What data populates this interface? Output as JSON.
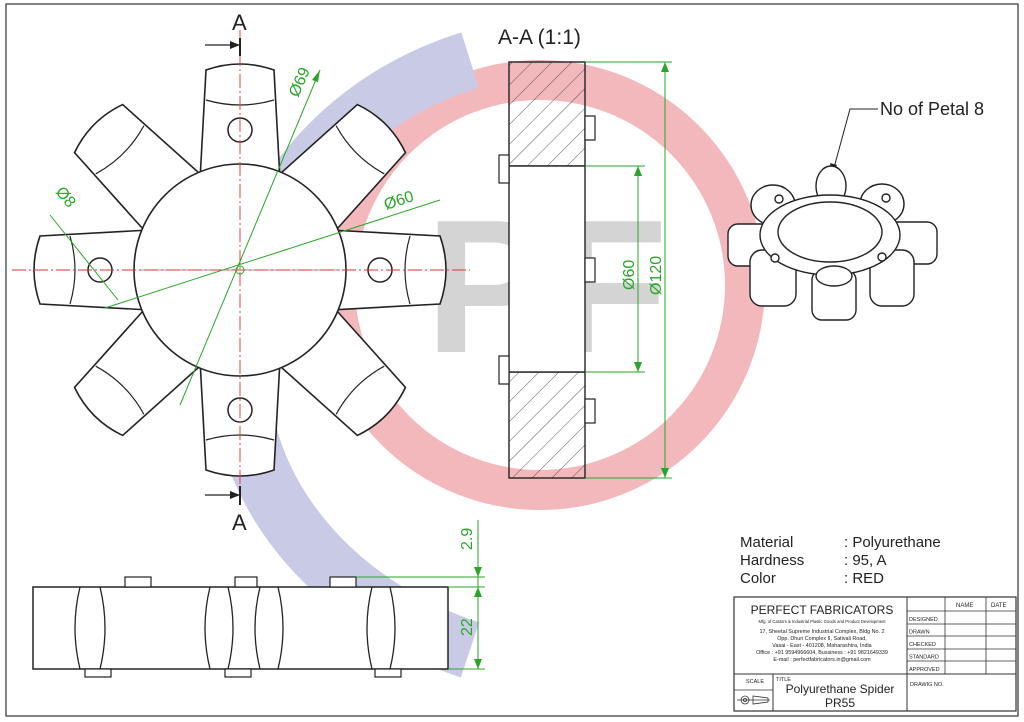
{
  "section_top_label": "A",
  "section_bottom_label": "A",
  "section_view_title": "A-A (1:1)",
  "petal_note": "No of Petal 8",
  "dimensions": {
    "d69": "Ø69",
    "d8": "Ø8",
    "d60_front": "Ø60",
    "d60_section": "Ø60",
    "d120": "Ø120",
    "h29": "2.9",
    "h22": "22"
  },
  "watermark": "PF",
  "specs": [
    {
      "label": "Material",
      "value": ": Polyurethane"
    },
    {
      "label": "Hardness",
      "value": ": 95, A"
    },
    {
      "label": "Color",
      "value": ": RED"
    }
  ],
  "title_block": {
    "company": "PERFECT FABRICATORS",
    "tagline": "Mfg. of Castors & Industrial Plastic Goods and Product Development",
    "address_lines": [
      "17, Sheetal Supreme Industrial Complex, Bldg No. 2",
      "Opp. Dhuri Complex II, Sativali Road,",
      "Vasai - East - 401208, Maharashtra, India",
      "Office : +91 9594966604, Bussiness : +91 9821649339",
      "E-mail : perfectfabricators.in@gmail.com"
    ],
    "col_name": "NAME",
    "col_date": "DATE",
    "rows": [
      "DESIGNED",
      "DRAWN",
      "CHECKED",
      "STANDARD",
      "APPROVED"
    ],
    "scale_label": "SCALE",
    "title_label": "TITLE",
    "part_title": "Polyurethane Spider",
    "part_number": "PR55",
    "drawing_no_label": "DRAWIG NO."
  },
  "colors": {
    "watermark_red": "#f3b8bc",
    "watermark_blue": "#c9cbe6",
    "watermark_grey": "#d4d4d4",
    "dimension_green": "#2aa52a",
    "centerline_red": "#dd3333"
  }
}
